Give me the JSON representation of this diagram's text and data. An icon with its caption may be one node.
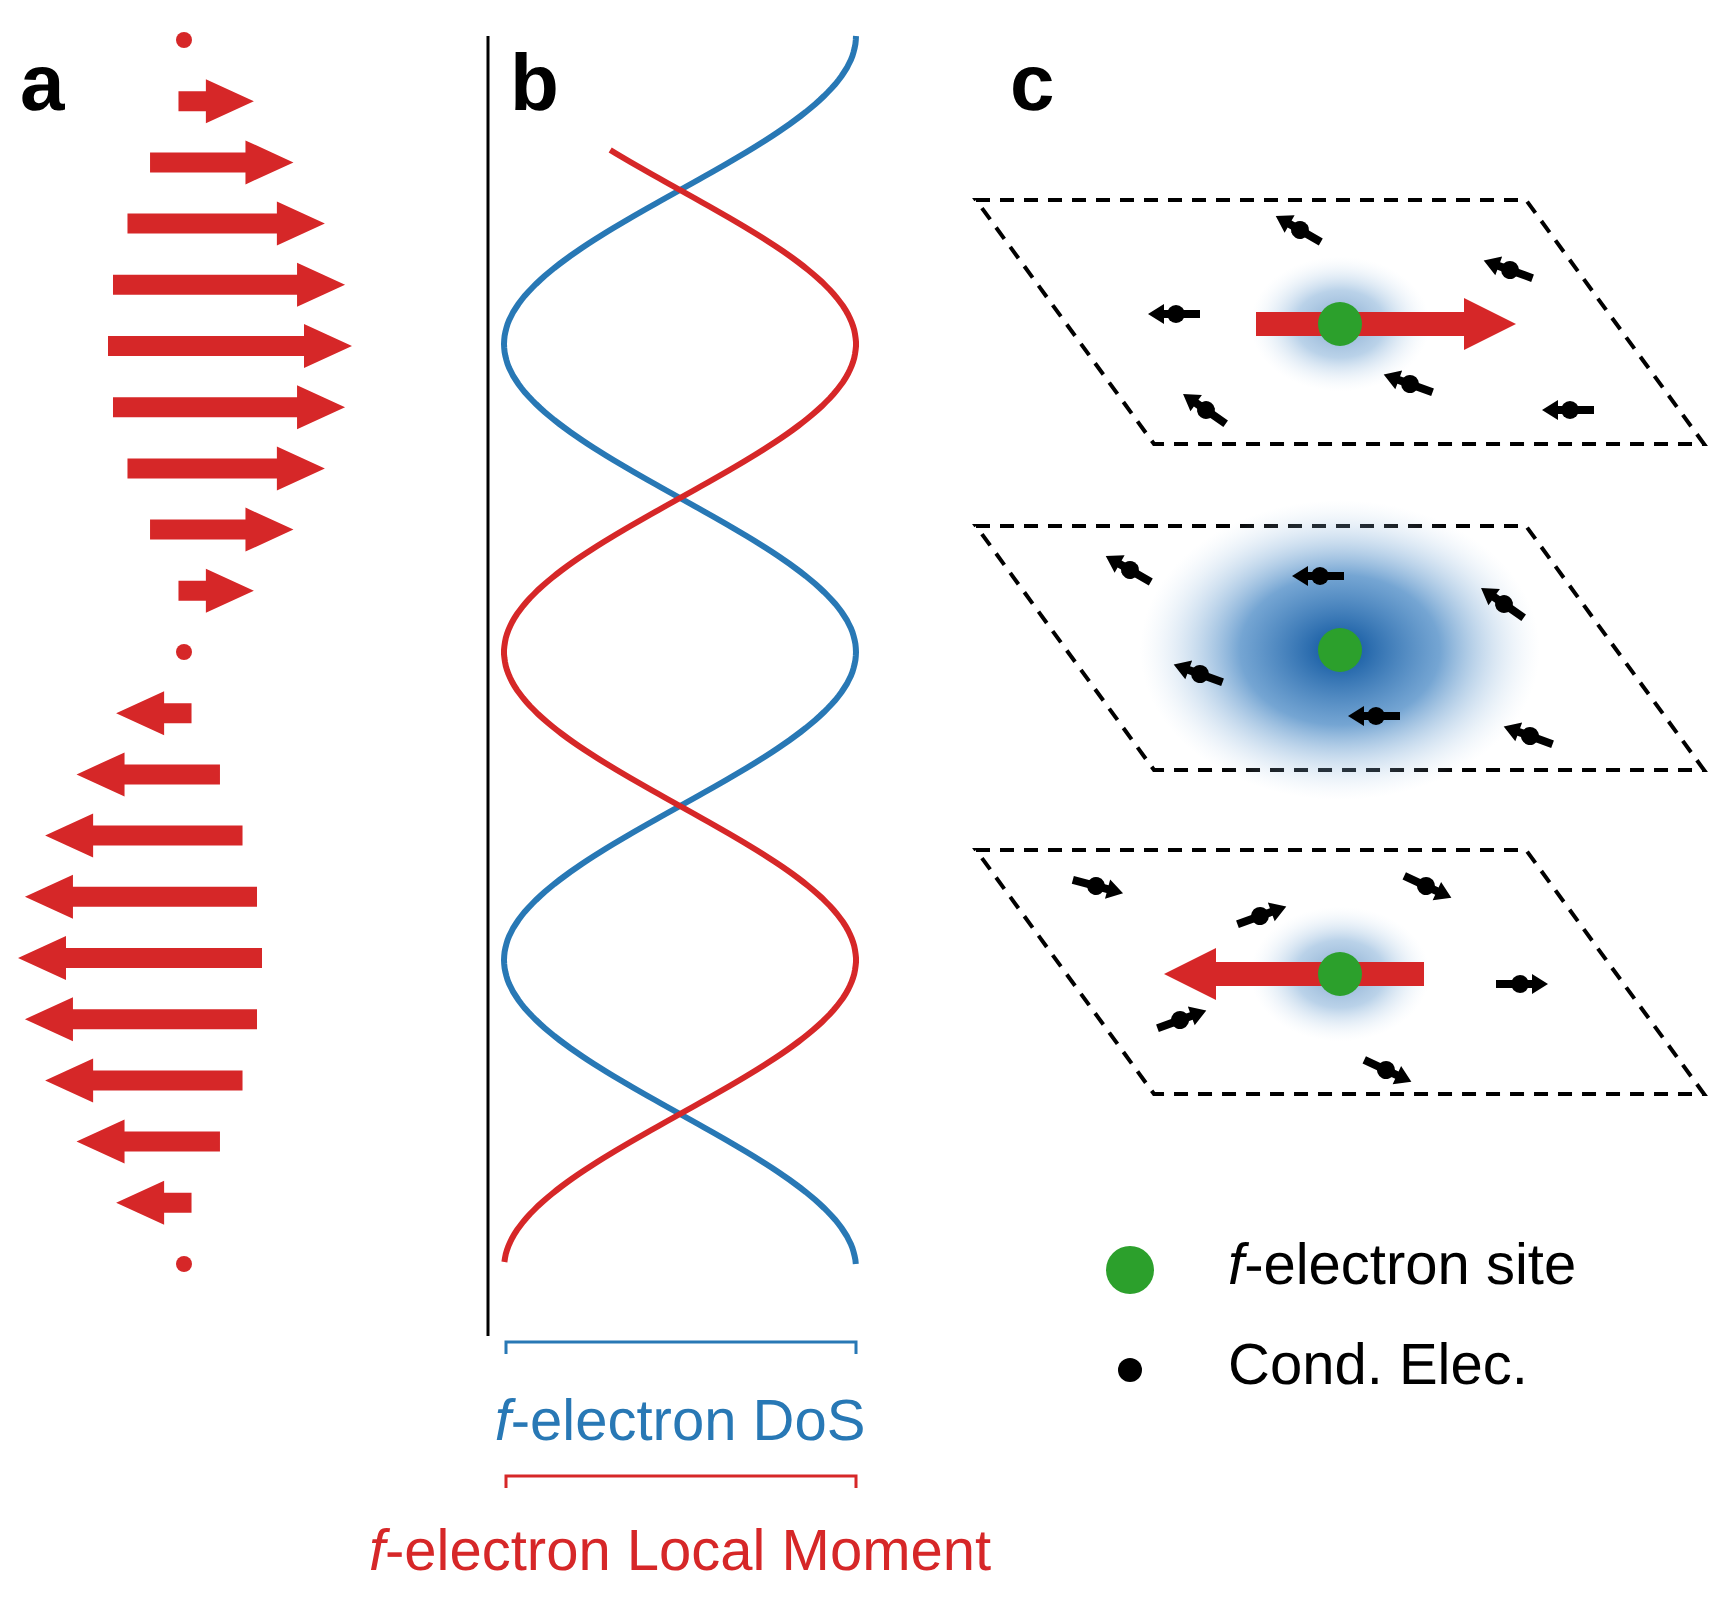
{
  "diagram": {
    "labels": [
      "a",
      "b",
      "c",
      "*f*-electron DoS",
      "*f*-electron Local Moment"
    ],
    "legend": [
      {
        "text": "*f*-electron site",
        "color": "#2ca02c"
      },
      {
        "text": "Cond. Elec.",
        "color": "#000000"
      }
    ]
  }
}
